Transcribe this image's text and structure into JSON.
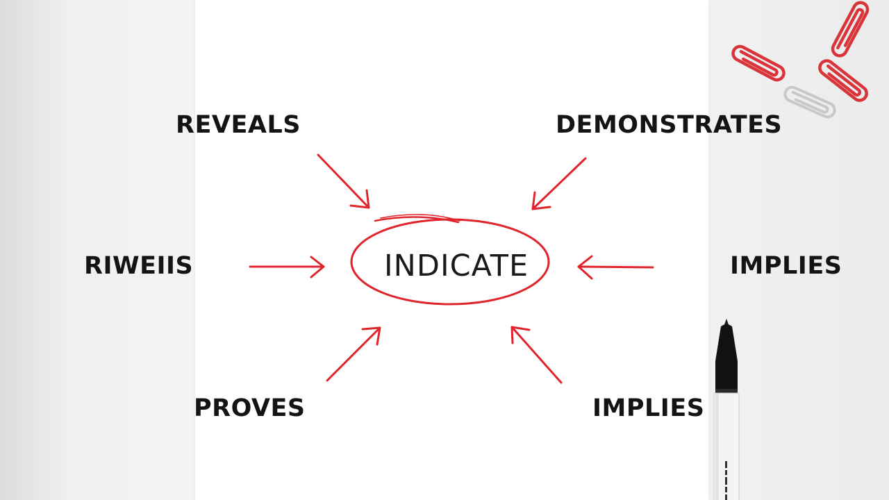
{
  "diagram": {
    "center_word": "INDICATE",
    "words": {
      "top_left": "REVEALS",
      "top_right": "DEMONSTRATES",
      "middle_left": "RIWEIIS",
      "middle_right": "IMPLIES",
      "bottom_left": "PROVES",
      "bottom_right": "IMPLIES"
    }
  },
  "colors": {
    "ink_red": "#e0242b",
    "text": "#141414",
    "paper": "#ffffff",
    "clip_red": "#d9343a",
    "clip_silver": "#c8c8c8",
    "marker_body": "#111111"
  },
  "props": [
    "paper-clip-red",
    "paper-clip-silver",
    "black-marker-pen"
  ]
}
